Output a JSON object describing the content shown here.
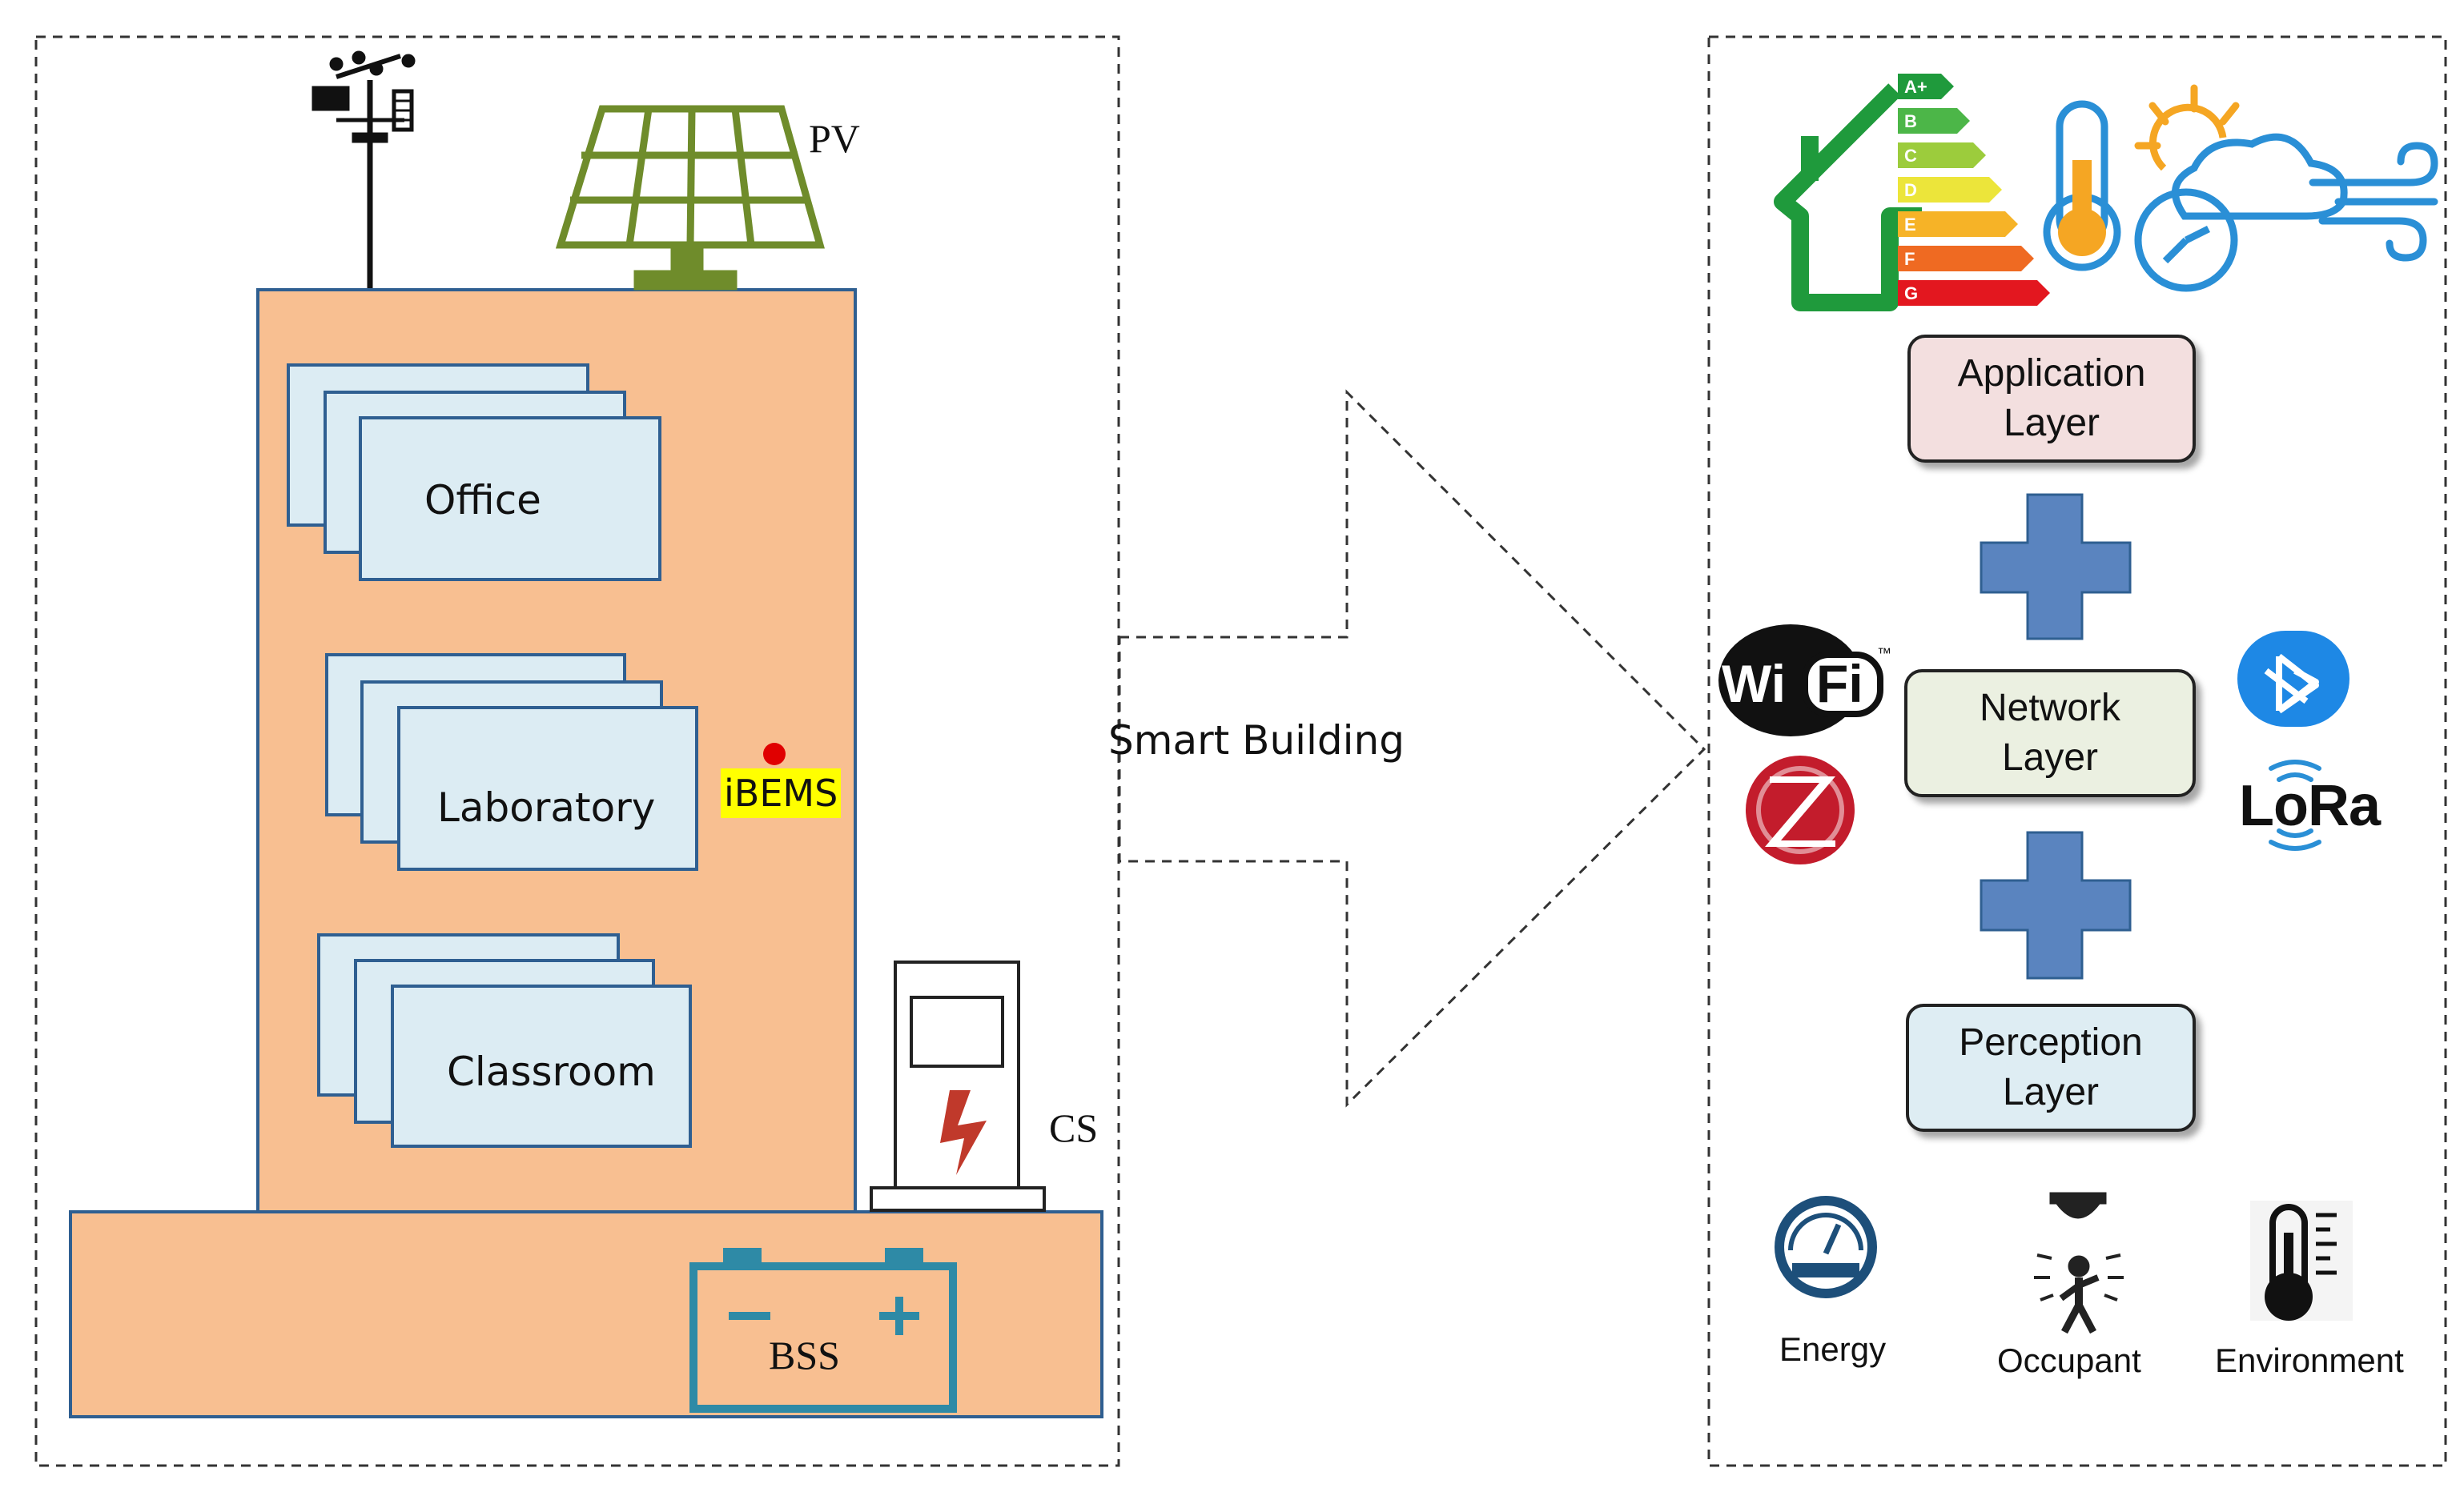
{
  "building": {
    "rooms": {
      "office": "Office",
      "laboratory": "Laboratory",
      "classroom": "Classroom"
    },
    "ibems_label": "iBEMS",
    "pv_label": "PV",
    "cs_label": "CS",
    "bss_label": "BSS",
    "colors": {
      "facade": "#f8bf91",
      "room": "#dcecf3",
      "room_border": "#2f5f91",
      "pv_green": "#6f8c2b",
      "battery": "#2e8aa6",
      "highlight": "#ffff00",
      "dot": "#e00000"
    }
  },
  "arrow": {
    "label": "Smart Building"
  },
  "layers": {
    "application": {
      "line1": "Application",
      "line2": "Layer",
      "color": "#f3dfdf"
    },
    "network": {
      "line1": "Network",
      "line2": "Layer",
      "color": "#ebf0e1"
    },
    "perception": {
      "line1": "Perception",
      "line2": "Layer",
      "color": "#deedf3"
    },
    "plus_color": "#5a84bf"
  },
  "energy_label": {
    "grades": [
      "A+",
      "B",
      "C",
      "D",
      "E",
      "F",
      "G"
    ],
    "colors": [
      "#1f9a3c",
      "#4cb648",
      "#9ccc3c",
      "#ece53a",
      "#f6b327",
      "#ef6a22",
      "#e3171f"
    ]
  },
  "icons": {
    "application": [
      "green-house-icon",
      "energy-rating-icon",
      "thermometer-icon",
      "weather-sun-cloud-icon",
      "clock-icon",
      "wind-icon"
    ],
    "network": [
      "wifi-icon",
      "zigbee-icon",
      "bluetooth-icon",
      "lora-icon"
    ],
    "perception": [
      "energy-meter-icon",
      "occupant-sensor-icon",
      "environment-thermometer-icon"
    ]
  },
  "network_logos": {
    "wifi_left": "Wi",
    "wifi_right": "Fi",
    "tm": "™",
    "lora": "LoRa",
    "bluetooth_color": "#1e88e5"
  },
  "perception_captions": {
    "energy": "Energy",
    "occupant": "Occupant",
    "environment": "Environment"
  }
}
